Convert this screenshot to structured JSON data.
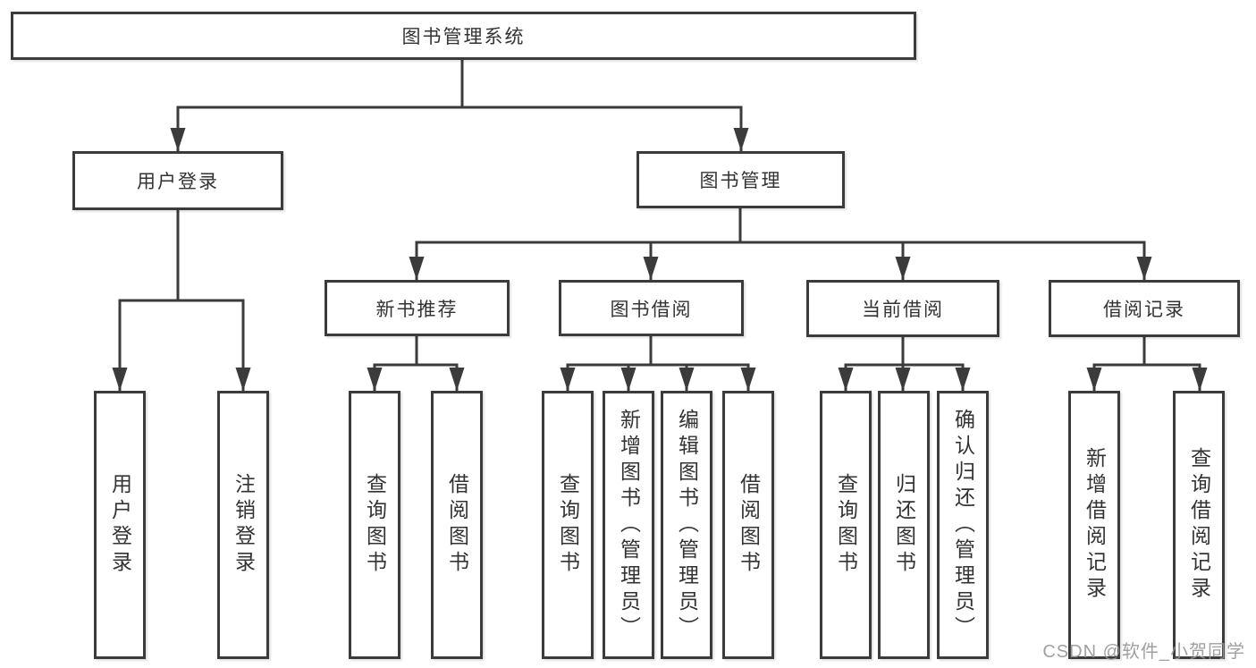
{
  "colors": {
    "line": "#3b3b3b",
    "box_border": "#3b3b3b",
    "text": "#333333",
    "background": "#ffffff",
    "watermark": "#969696"
  },
  "watermark": "CSDN @软件_小贺同学",
  "tree": {
    "label": "图书管理系统",
    "children": [
      {
        "label": "用户登录",
        "children": [
          {
            "label": "用户登录"
          },
          {
            "label": "注销登录"
          }
        ]
      },
      {
        "label": "图书管理",
        "children": [
          {
            "label": "新书推荐",
            "children": [
              {
                "label": "查询图书"
              },
              {
                "label": "借阅图书"
              }
            ]
          },
          {
            "label": "图书借阅",
            "children": [
              {
                "label": "查询图书"
              },
              {
                "label": "新增图书（管理员）"
              },
              {
                "label": "编辑图书（管理员）"
              },
              {
                "label": "借阅图书"
              }
            ]
          },
          {
            "label": "当前借阅",
            "children": [
              {
                "label": "查询图书"
              },
              {
                "label": "归还图书"
              },
              {
                "label": "确认归还（管理员）"
              }
            ]
          },
          {
            "label": "借阅记录",
            "children": [
              {
                "label": "新增借阅记录"
              },
              {
                "label": "查询借阅记录"
              }
            ]
          }
        ]
      }
    ]
  }
}
